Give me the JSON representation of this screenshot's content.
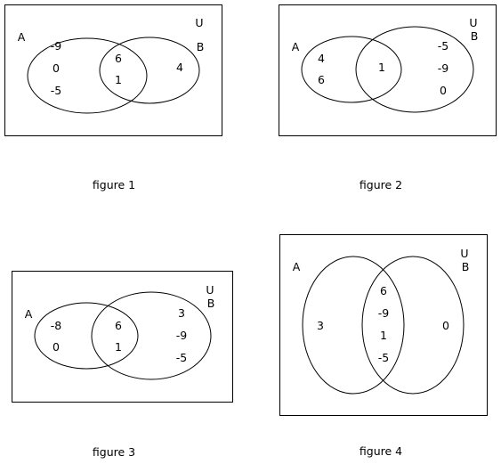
{
  "figures": [
    {
      "caption": "figure 1",
      "universe_label": "U",
      "set_a_label": "A",
      "set_b_label": "B",
      "a_only": [
        "-9",
        "0",
        "-5"
      ],
      "intersection": [
        "6",
        "1"
      ],
      "b_only": [
        "4"
      ]
    },
    {
      "caption": "figure 2",
      "universe_label": "U",
      "set_a_label": "A",
      "set_b_label": "B",
      "a_only": [
        "4",
        "6"
      ],
      "intersection": [
        "1"
      ],
      "b_only": [
        "-5",
        "-9",
        "0"
      ]
    },
    {
      "caption": "figure 3",
      "universe_label": "U",
      "set_a_label": "A",
      "set_b_label": "B",
      "a_only": [
        "-8",
        "0"
      ],
      "intersection": [
        "6",
        "1"
      ],
      "b_only": [
        "3",
        "-9",
        "-5"
      ]
    },
    {
      "caption": "figure 4",
      "universe_label": "U",
      "set_a_label": "A",
      "set_b_label": "B",
      "a_only": [
        "3"
      ],
      "intersection": [
        "6",
        "-9",
        "1",
        "-5"
      ],
      "b_only": [
        "0"
      ]
    }
  ]
}
